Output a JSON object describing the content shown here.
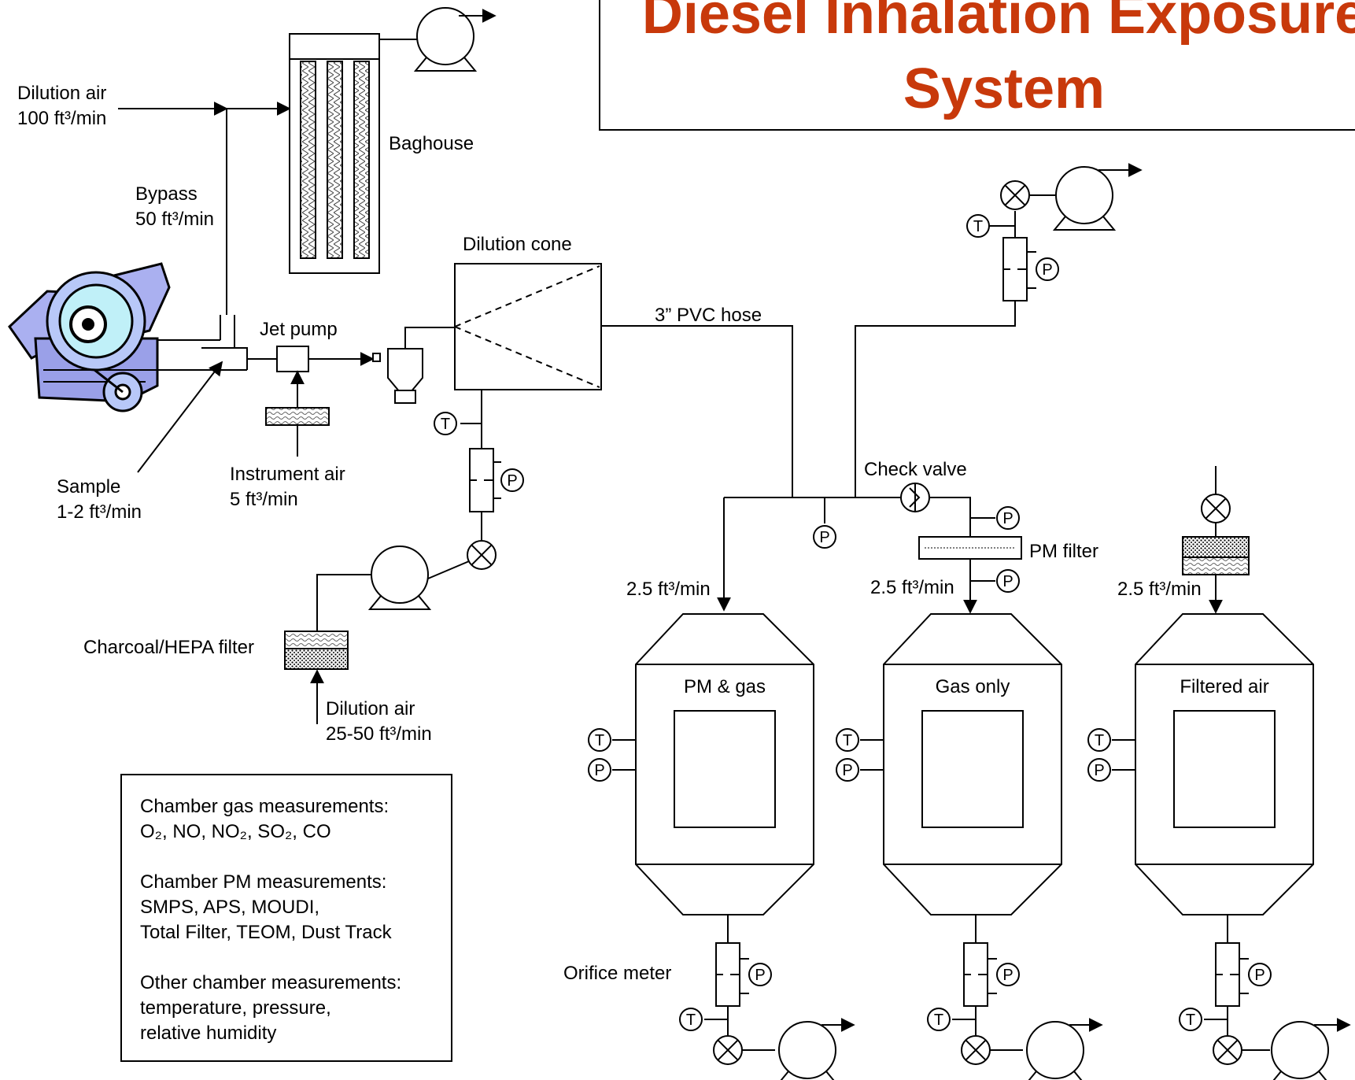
{
  "title": {
    "line1": "Diesel Inhalation Exposure",
    "line2": "System",
    "color": "#c8390b"
  },
  "labels": {
    "dilution_air_top": "Dilution air",
    "dilution_air_top_flow": "100 ft³/min",
    "baghouse": "Baghouse",
    "bypass": "Bypass",
    "bypass_flow": "50 ft³/min",
    "dilution_cone": "Dilution cone",
    "jet_pump": "Jet pump",
    "pvc_hose": "3” PVC hose",
    "instrument_air": "Instrument air",
    "instrument_air_flow": "5 ft³/min",
    "sample": "Sample",
    "sample_flow": "1-2 ft³/min",
    "check_valve": "Check valve",
    "pm_filter": "PM filter",
    "charcoal_filter": "Charcoal/HEPA filter",
    "dilution_air_bottom": "Dilution air",
    "dilution_air_bottom_flow": "25-50 ft³/min",
    "orifice_meter": "Orifice meter",
    "flow_chamber_1": "2.5 ft³/min",
    "flow_chamber_2": "2.5 ft³/min",
    "flow_chamber_3": "2.5 ft³/min"
  },
  "instrument_letters": {
    "temperature": "T",
    "pressure": "P"
  },
  "chambers": [
    {
      "label": "PM & gas"
    },
    {
      "label": "Gas only"
    },
    {
      "label": "Filtered air"
    }
  ],
  "measurements": {
    "gas_heading": "Chamber gas measurements:",
    "gas_items": "O₂, NO, NO₂, SO₂, CO",
    "pm_heading": "Chamber PM measurements:",
    "pm_items_1": "SMPS, APS, MOUDI,",
    "pm_items_2": "Total Filter, TEOM, Dust Track",
    "other_heading": "Other chamber measurements:",
    "other_items_1": "temperature, pressure,",
    "other_items_2": "relative humidity"
  },
  "icons": [
    "engine-icon",
    "pump-icon",
    "valve-icon",
    "filter-icon",
    "check-valve-icon",
    "cyclone-icon"
  ]
}
